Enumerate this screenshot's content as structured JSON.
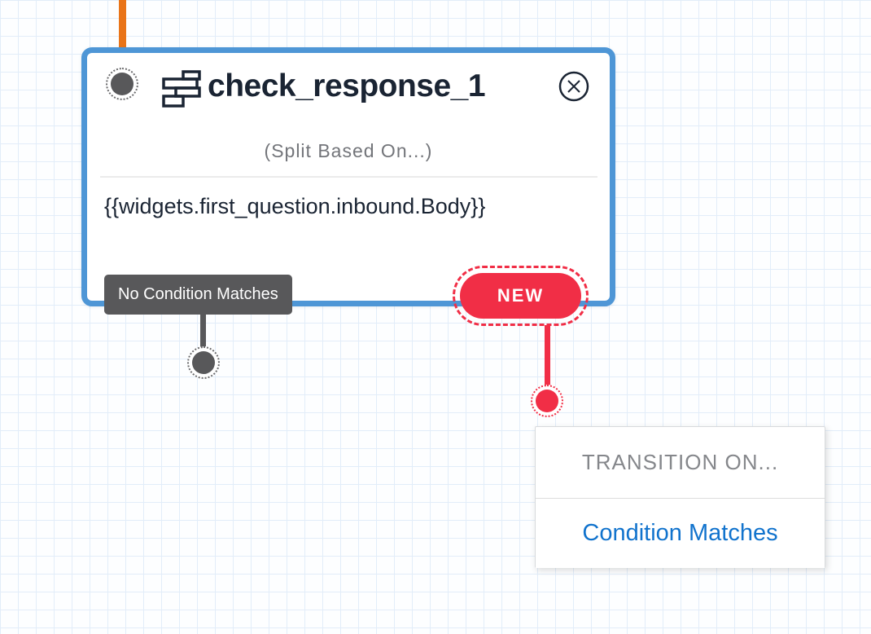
{
  "canvas": {
    "background_color": "#FDFEFF",
    "grid_line_color": "#E2EDF9"
  },
  "widget": {
    "title": "check_response_1",
    "type_label": "(Split Based On...)",
    "variable": "{{widgets.first_question.inbound.Body}}",
    "border_color": "#4E96D6",
    "title_color": "#1A2433",
    "icon_name": "split-based-on-icon",
    "close_icon_name": "close-icon"
  },
  "connections": {
    "incoming": {
      "color": "#E97418"
    },
    "no_condition_matches": {
      "label": "No Condition Matches",
      "color": "#58585A"
    },
    "new_transition": {
      "label": "NEW",
      "color": "#F12E46"
    }
  },
  "transition_menu": {
    "header": "TRANSITION ON...",
    "items": [
      {
        "label": "Condition Matches",
        "color": "#1173CD"
      }
    ]
  }
}
